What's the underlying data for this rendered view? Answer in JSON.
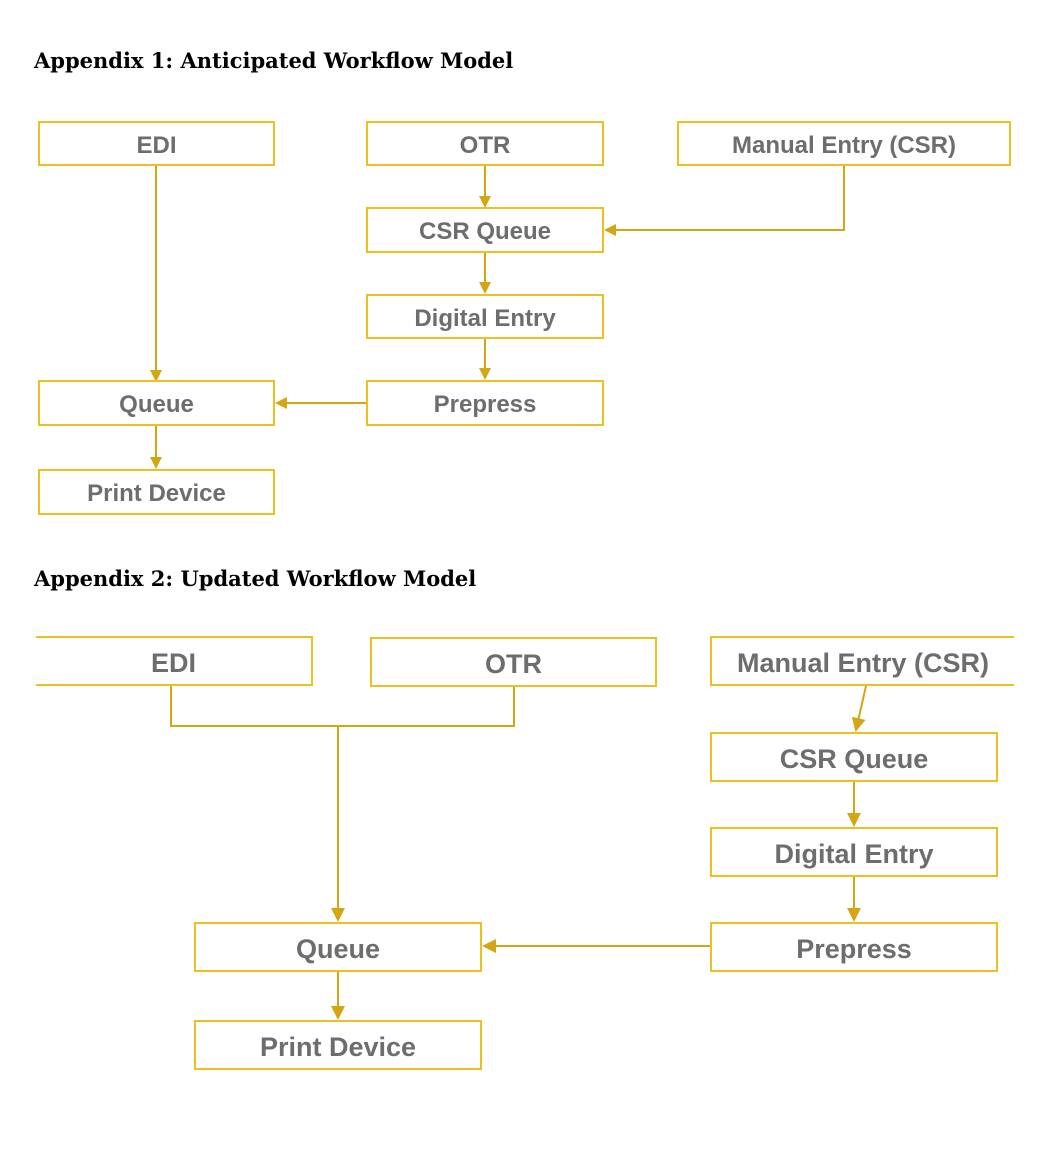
{
  "appendix_1": {
    "heading": "Appendix 1: Anticipated Workflow Model",
    "boxes": {
      "edi": "EDI",
      "otr": "OTR",
      "manual_entry": "Manual Entry (CSR)",
      "csr_queue": "CSR Queue",
      "digital_entry": "Digital Entry",
      "prepress": "Prepress",
      "queue": "Queue",
      "print_device": "Print Device"
    }
  },
  "appendix_2": {
    "heading": "Appendix 2: Updated Workflow Model",
    "boxes": {
      "edi": "EDI",
      "otr": "OTR",
      "manual_entry": "Manual Entry (CSR)",
      "csr_queue": "CSR Queue",
      "digital_entry": "Digital Entry",
      "prepress": "Prepress",
      "queue": "Queue",
      "print_device": "Print Device"
    }
  },
  "colors": {
    "box_border": "#ecc01e",
    "connector": "#d4a614",
    "label_text": "#6d6d6d",
    "heading_text": "#000000"
  }
}
